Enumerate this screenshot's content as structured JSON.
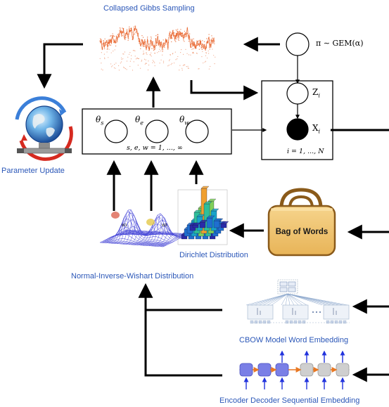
{
  "labels": {
    "gibbs": "Collapsed Gibbs Sampling",
    "parameter_update": "Parameter Update",
    "dirichlet": "Dirichlet Distribution",
    "niw": "Normal-Inverse-Wishart Distribution",
    "cbow": "CBOW Model Word Embedding",
    "encoder": "Encoder Decoder Sequential Embedding",
    "bag_of_words": "Bag of Words"
  },
  "math": {
    "pi_prior": "π ∼ GEM(α)",
    "z": "Z",
    "z_sub": "i",
    "x": "X",
    "x_sub": "i",
    "plate_range": "i = 1, ..., N",
    "theta_s": "θ",
    "theta_s_sub": "s",
    "theta_e": "θ",
    "theta_e_sub": "e",
    "theta_w": "θ",
    "theta_w_sub": "w",
    "theta_range": "s, e, w = 1, ..., ∞"
  },
  "surface_labels": {
    "w1": "W1",
    "w2": "W2"
  },
  "colors": {
    "link_blue": "#2b57b8",
    "trace_orange": "#e8632a",
    "bag_fill": "#f2c46e",
    "bag_stroke": "#8a5a1a",
    "seq_node": "#7a7fe6",
    "seq_arrow": "#e87722",
    "seq_input": "#2233dd"
  }
}
